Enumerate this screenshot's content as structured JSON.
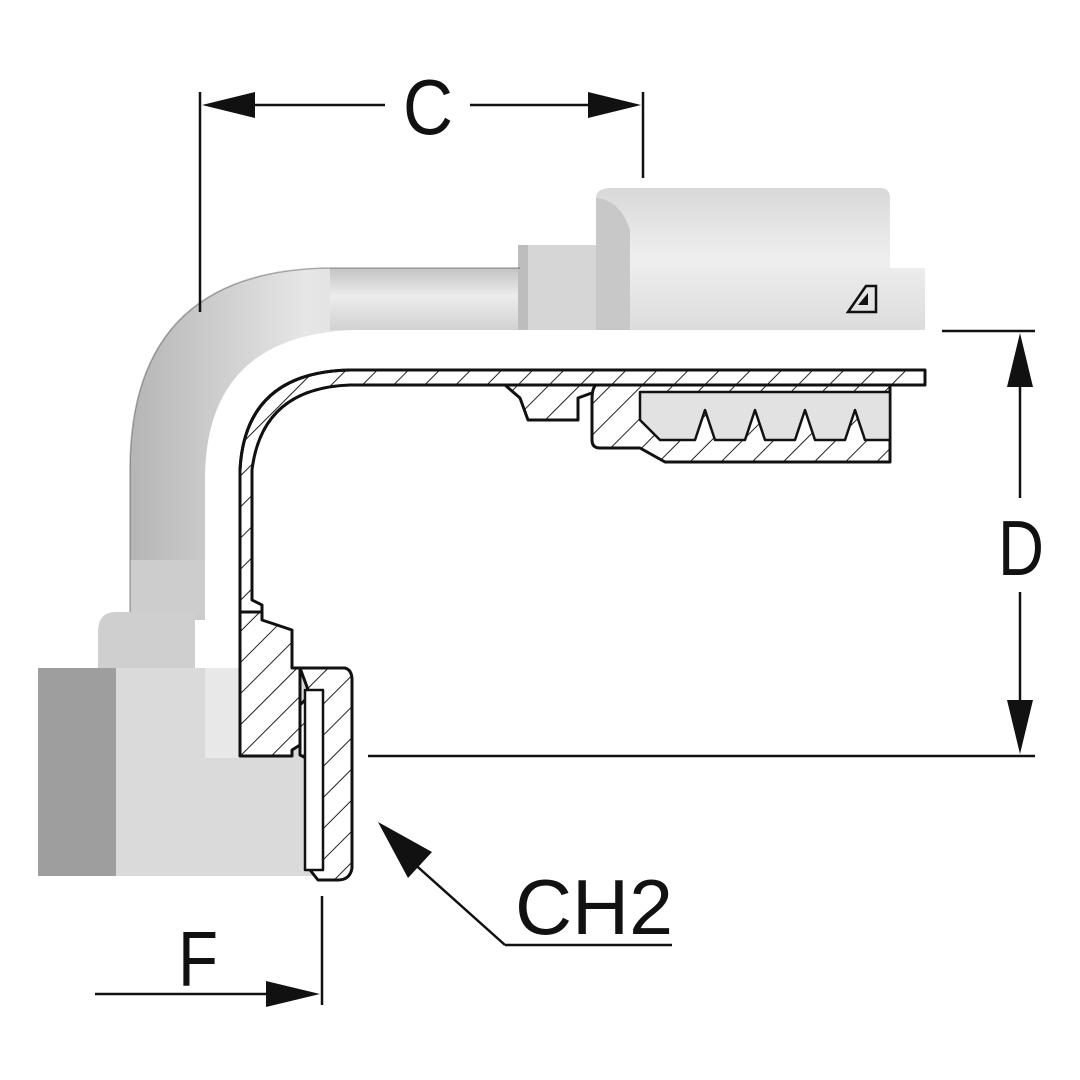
{
  "diagram": {
    "dimension_labels": {
      "c": "C",
      "d": "D",
      "f": "F",
      "ch2": "CH2"
    },
    "colors": {
      "line": "#111111",
      "body_light": "#e4e4e4",
      "body_mid": "#c9c9c9",
      "body_dark": "#a3a3a3",
      "hatch": "#222222"
    },
    "icons": {
      "manufacturer_logo": "logo-mark-icon"
    }
  }
}
